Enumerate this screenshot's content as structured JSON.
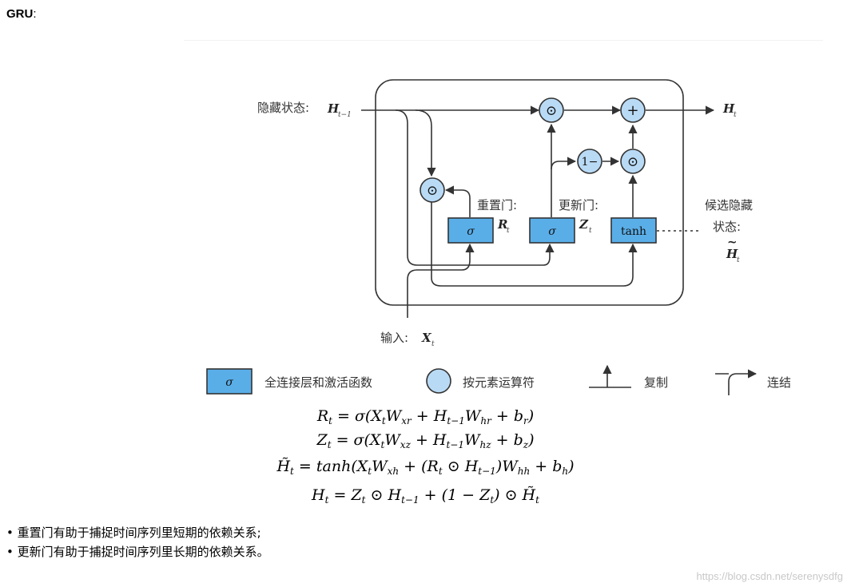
{
  "title": {
    "bold": "GRU",
    "suffix": ":"
  },
  "diagram": {
    "hidden_state_label": "隐藏状态:",
    "h_prev": {
      "main": "H",
      "sub": "t−1"
    },
    "h_out": {
      "main": "H",
      "sub": "t"
    },
    "reset_gate_label": "重置门:",
    "reset_var": {
      "main": "R",
      "sub": "t"
    },
    "update_gate_label": "更新门:",
    "update_var": {
      "main": "Z",
      "sub": "t"
    },
    "candidate_label_1": "候选隐藏",
    "candidate_label_2": "状态:",
    "candidate_var": {
      "main": "H",
      "tilde": "~",
      "sub": "t"
    },
    "input_label": "输入:",
    "input_var": {
      "main": "X",
      "sub": "t"
    },
    "sigma": "σ",
    "tanh": "tanh",
    "op_mul": "⊙",
    "op_add": "+",
    "op_one_minus": "1−"
  },
  "legend": {
    "fc_sigma": "σ",
    "fc_label": "全连接层和激活函数",
    "elementwise_label": "按元素运算符",
    "copy_label": "复制",
    "concat_label": "连结"
  },
  "equations": [
    "R_t = σ(X_t W_xr + H_{t−1} W_hr + b_r)",
    "Z_t = σ(X_t W_xz + H_{t−1} W_hz + b_z)",
    "H~_t = tanh(X_t W_xh + (R_t ⊙ H_{t−1}) W_hh + b_h)",
    "H_t = Z_t ⊙ H_{t−1} + (1 − Z_t) ⊙ H~_t"
  ],
  "bullets": [
    "• 重置门有助于捕捉时间序列里短期的依赖关系;",
    "• 更新门有助于捕捉时间序列里长期的依赖关系。"
  ],
  "watermark": "https://blog.csdn.net/serenysdfg",
  "colors": {
    "box_fill": "#5aaee8",
    "circle_fill": "#b9daf5",
    "stroke": "#333333"
  }
}
